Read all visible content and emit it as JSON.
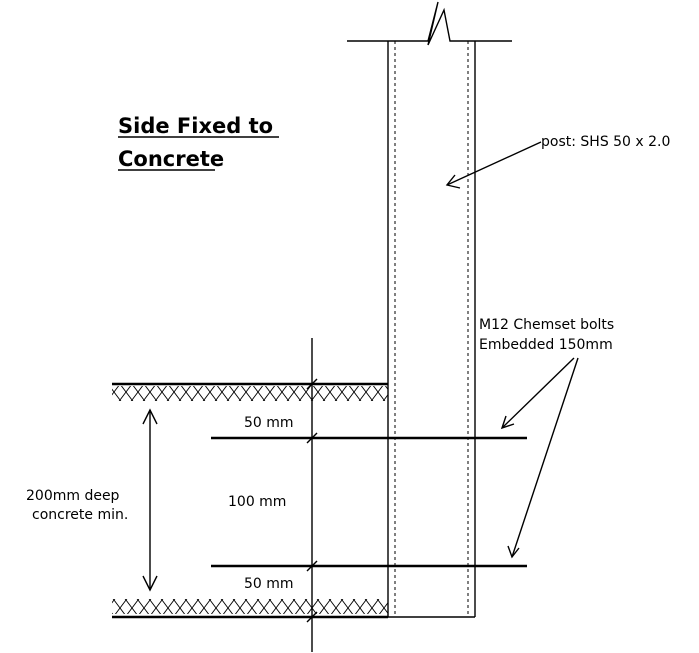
{
  "title": {
    "line1": "Side Fixed to",
    "line2": "Concrete"
  },
  "labels": {
    "post": "post: SHS 50 x 2.0",
    "bolts_line1": "M12 Chemset bolts",
    "bolts_line2": "Embedded 150mm",
    "depth_line1": "200mm deep",
    "depth_line2": "concrete min.",
    "dim_top": "50 mm",
    "dim_middle": "100 mm",
    "dim_bottom": "50 mm"
  }
}
